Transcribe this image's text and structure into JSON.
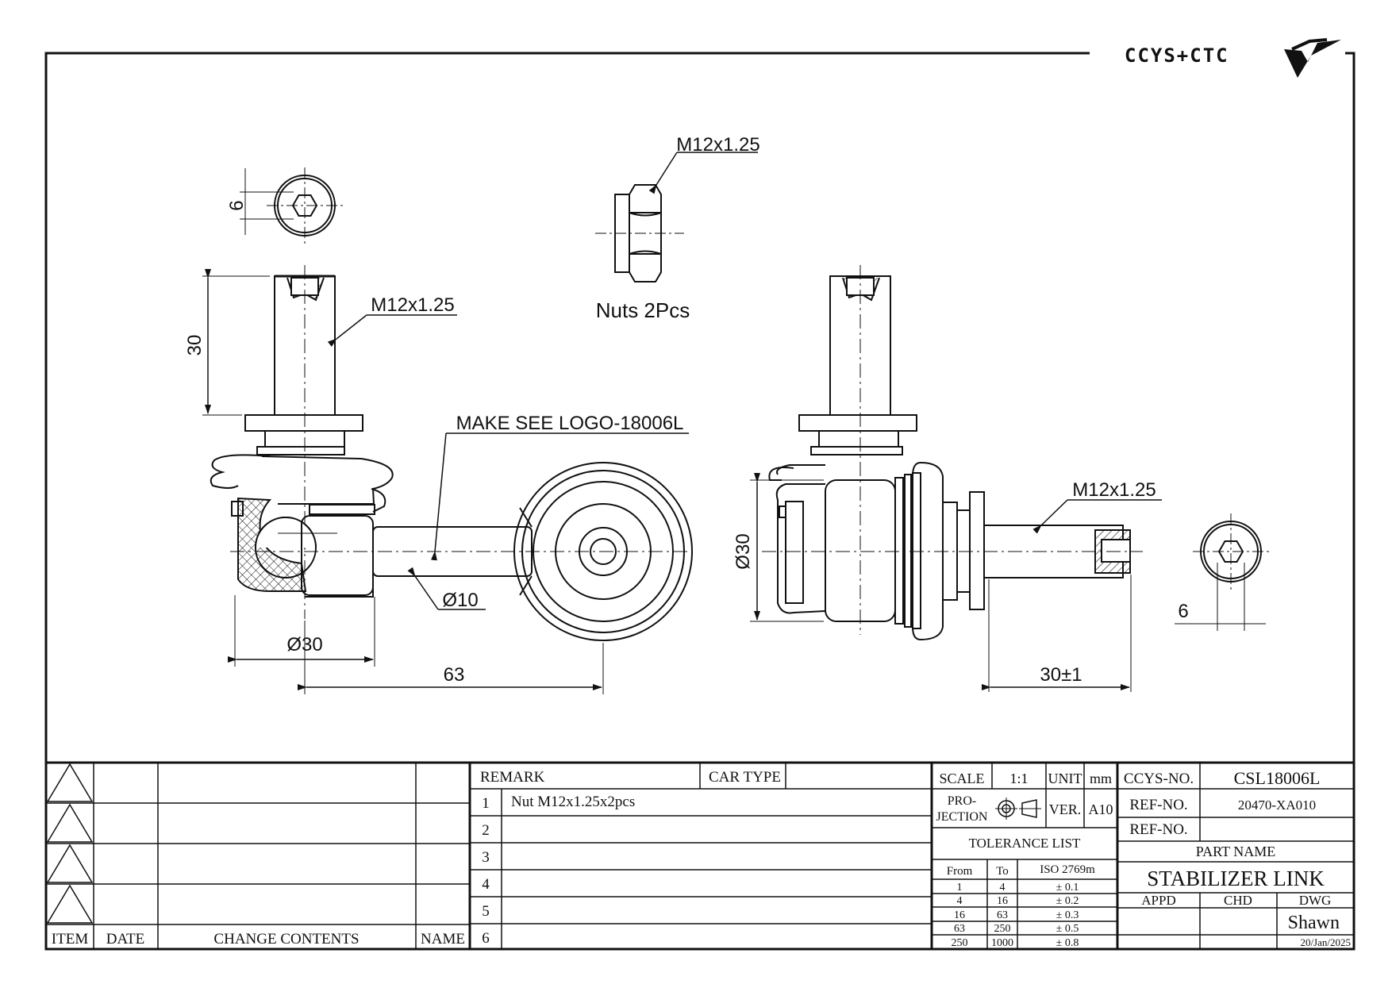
{
  "logo": {
    "text": "CCYS+CTC"
  },
  "annotations": {
    "thread_nut": "M12x1.25",
    "nuts_note": "Nuts 2Pcs",
    "thread_left": "M12x1.25",
    "make_logo": "MAKE SEE LOGO-18006L",
    "thread_right": "M12x1.25"
  },
  "dimensions": {
    "hex_left": "6",
    "stud_length": "30",
    "rod_dia": "Ø10",
    "ball_dia": "Ø30",
    "center_len": "63",
    "body_dia": "Ø30",
    "stud_len_right": "30±1",
    "hex_right": "6"
  },
  "revision_table": {
    "headers": {
      "item": "ITEM",
      "date": "DATE",
      "contents": "CHANGE CONTENTS",
      "name": "NAME"
    }
  },
  "remark_table": {
    "remark_label": "REMARK",
    "car_type_label": "CAR TYPE",
    "rows": [
      {
        "no": "1",
        "text": "Nut M12x1.25x2pcs"
      },
      {
        "no": "2",
        "text": ""
      },
      {
        "no": "3",
        "text": ""
      },
      {
        "no": "4",
        "text": ""
      },
      {
        "no": "5",
        "text": ""
      },
      {
        "no": "6",
        "text": ""
      }
    ]
  },
  "spec_block": {
    "scale_label": "SCALE",
    "scale": "1:1",
    "unit_label": "UNIT",
    "unit": "mm",
    "projection_label_1": "PRO-",
    "projection_label_2": "JECTION",
    "ver_label": "VER.",
    "ver": "A10",
    "tolerance_title": "TOLERANCE LIST",
    "tolerance_headers": {
      "from": "From",
      "to": "To",
      "iso": "ISO 2769m"
    },
    "tolerance_rows": [
      {
        "from": "1",
        "to": "4",
        "tol": "± 0.1"
      },
      {
        "from": "4",
        "to": "16",
        "tol": "± 0.2"
      },
      {
        "from": "16",
        "to": "63",
        "tol": "± 0.3"
      },
      {
        "from": "63",
        "to": "250",
        "tol": "± 0.5"
      },
      {
        "from": "250",
        "to": "1000",
        "tol": "± 0.8"
      }
    ]
  },
  "part_block": {
    "ccys_label": "CCYS-NO.",
    "ccys_no": "CSL18006L",
    "ref_label_1": "REF-NO.",
    "ref_no_1": "20470-XA010",
    "ref_label_2": "REF-NO.",
    "ref_no_2": "",
    "part_name_label": "PART NAME",
    "part_name": "STABILIZER LINK",
    "appd_label": "APPD",
    "chd_label": "CHD",
    "dwg_label": "DWG",
    "drawn_by": "Shawn",
    "date": "20/Jan/2025"
  }
}
